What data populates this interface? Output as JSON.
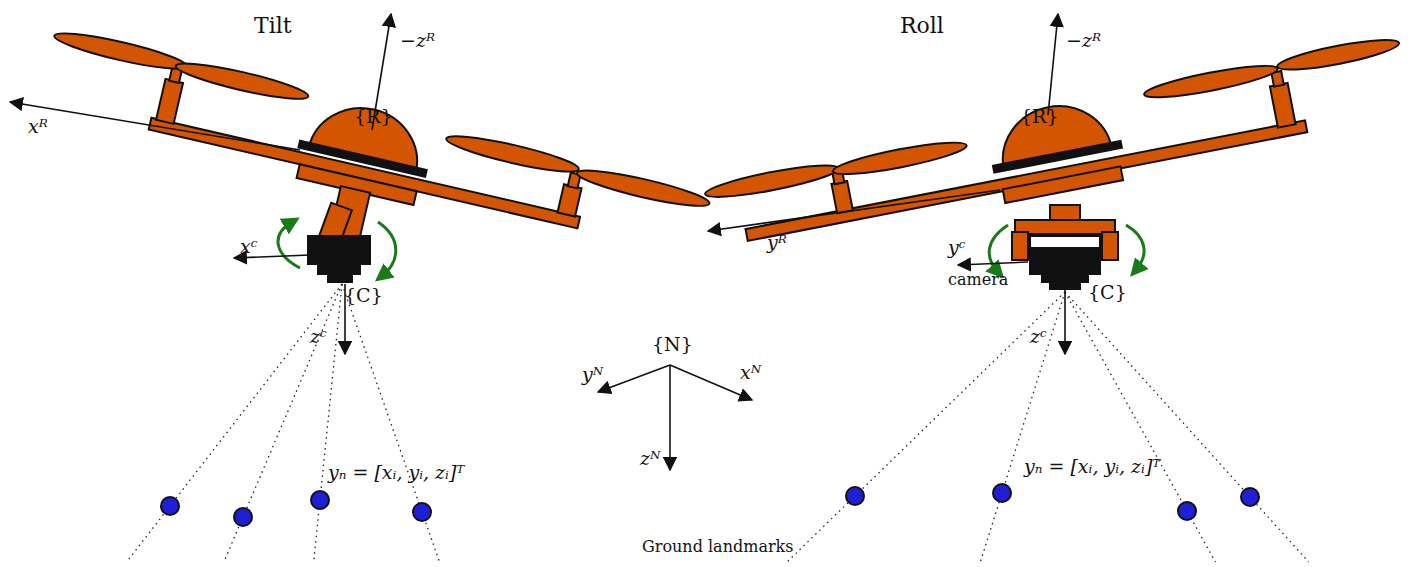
{
  "diagram": {
    "labels": [
      "Tilt",
      "−zᴿ",
      "{R}",
      "xᴿ",
      "xᶜ",
      "{C}",
      "zᶜ",
      "yₙ = [xᵢ, yᵢ, zᵢ]ᵀ",
      "Roll",
      "−zᴿ",
      "{R}",
      "yᴿ",
      "yᶜ",
      "camera",
      "{C}",
      "zᶜ",
      "{N}",
      "yᴺ",
      "xᴺ",
      "zᴺ",
      "yₙ = [xᵢ, yᵢ, zᵢ]ᵀ",
      "Ground landmarks"
    ]
  }
}
